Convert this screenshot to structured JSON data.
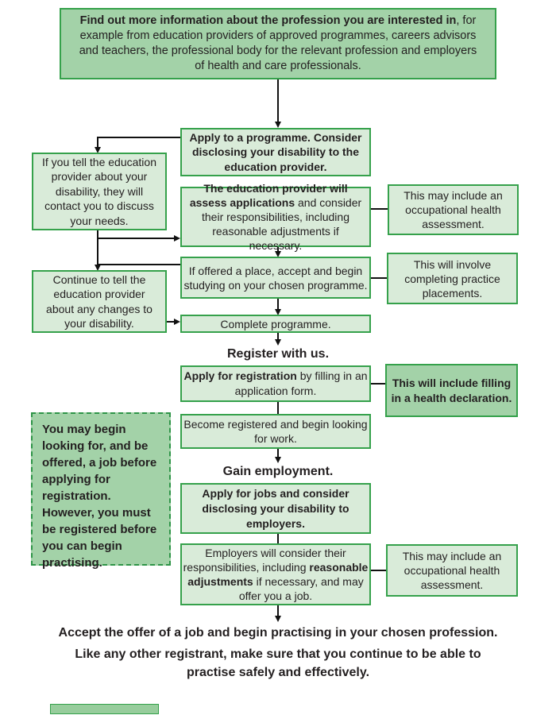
{
  "colors": {
    "box_fill_medium": "#a3d2a8",
    "box_fill_light": "#d9ebd9",
    "box_border_green": "#35a14b",
    "text": "#231f20",
    "line": "#111111"
  },
  "boxes": {
    "find_out": {
      "bold": "Find out more information about the profession you are interested in",
      "rest": ", for example from education providers of approved programmes, careers advisors and teachers, the professional body for the relevant profession and employers of health and care professionals."
    },
    "apply_programme": {
      "text": "Apply to a programme. Consider disclosing your disability to the education provider."
    },
    "tell_provider": {
      "text": "If you tell the education provider about your disability, they will contact you to discuss your needs."
    },
    "assess": {
      "bold": "The education provider will assess applications",
      "rest": " and consider their responsibilities, including reasonable adjustments if necessary."
    },
    "occupational_1": {
      "text": "This may include an occupational health assessment."
    },
    "offered_place": {
      "text": "If offered a place, accept and begin studying on your chosen programme."
    },
    "placements": {
      "text": "This will involve completing practice placements."
    },
    "continue_tell": {
      "text": "Continue to tell the education provider about any changes to your disability."
    },
    "complete": {
      "text": "Complete programme."
    },
    "apply_registration": {
      "bold": "Apply for registration",
      "rest": " by filling in an application form."
    },
    "health_declaration": {
      "text": "This will include filling in a health declaration."
    },
    "become_registered": {
      "text": "Become registered and begin looking for work."
    },
    "note": {
      "text": "You may begin looking for, and be offered, a job before applying for registration. However, you must be registered before you can begin practising."
    },
    "apply_jobs": {
      "text": "Apply for jobs and consider disclosing your disability to employers."
    },
    "employers": {
      "pre": "Employers will consider their responsibilities, including ",
      "bold": "reasonable adjustments",
      "post": " if necessary, and may offer you a job."
    },
    "occupational_2": {
      "text": "This may include an occupational health assessment."
    }
  },
  "labels": {
    "register": "Register with us.",
    "gain_employment": "Gain employment.",
    "accept_offer": "Accept the offer of a job and begin practising in your chosen profession.",
    "registrant": "Like any other registrant, make sure that you continue to be able to practise safely and effectively."
  }
}
